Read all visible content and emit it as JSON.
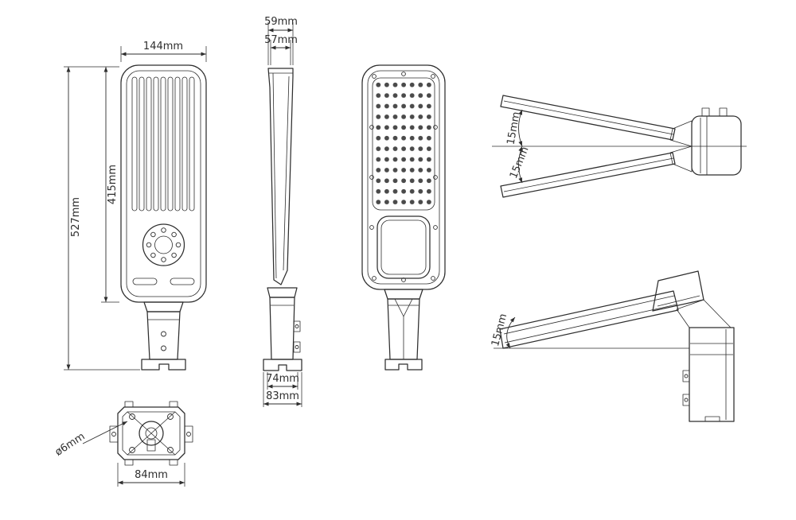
{
  "style": {
    "ink": "#2e2e2e",
    "background": "#ffffff"
  },
  "views": {
    "back": {
      "width": "144mm",
      "total_height": "527mm",
      "head_height": "415mm"
    },
    "side": {
      "top_outer": "59mm",
      "top_inner": "57mm",
      "bottom_inner": "74mm",
      "bottom_outer": "83mm"
    },
    "tilt_range": {
      "upper_angle": "15mm",
      "lower_angle": "15mm"
    },
    "tilt_single": {
      "angle": "15mm"
    },
    "bottom": {
      "hole_diameter": "ø6mm",
      "width": "84mm"
    }
  }
}
